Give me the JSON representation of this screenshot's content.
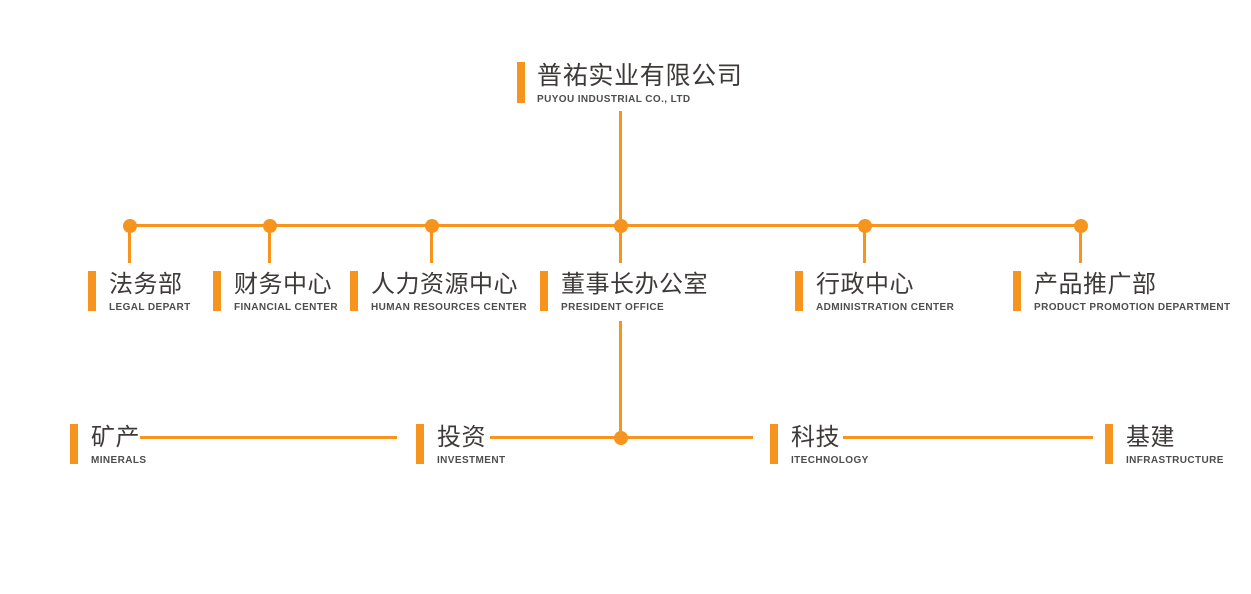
{
  "company": {
    "zh": "普祐实业有限公司",
    "en": "PUYOU INDUSTRIAL CO., LTD"
  },
  "departments": [
    {
      "zh": "法务部",
      "en": "LEGAL DEPART"
    },
    {
      "zh": "财务中心",
      "en": "FINANCIAL CENTER"
    },
    {
      "zh": "人力资源中心",
      "en": "HUMAN RESOURCES CENTER"
    },
    {
      "zh": "董事长办公室",
      "en": "PRESIDENT OFFICE"
    },
    {
      "zh": "行政中心",
      "en": "ADMINISTRATION CENTER"
    },
    {
      "zh": "产品推广部",
      "en": "PRODUCT PROMOTION DEPARTMENT"
    }
  ],
  "divisions": [
    {
      "zh": "矿产",
      "en": "MINERALS"
    },
    {
      "zh": "投资",
      "en": "INVESTMENT"
    },
    {
      "zh": "科技",
      "en": "ITECHNOLOGY"
    },
    {
      "zh": "基建",
      "en": "INFRASTRUCTURE"
    }
  ],
  "colors": {
    "accent": "#F7941E",
    "title": "#3E3A39",
    "subtitle": "#4D4D4D",
    "background": "#FFFFFF"
  }
}
